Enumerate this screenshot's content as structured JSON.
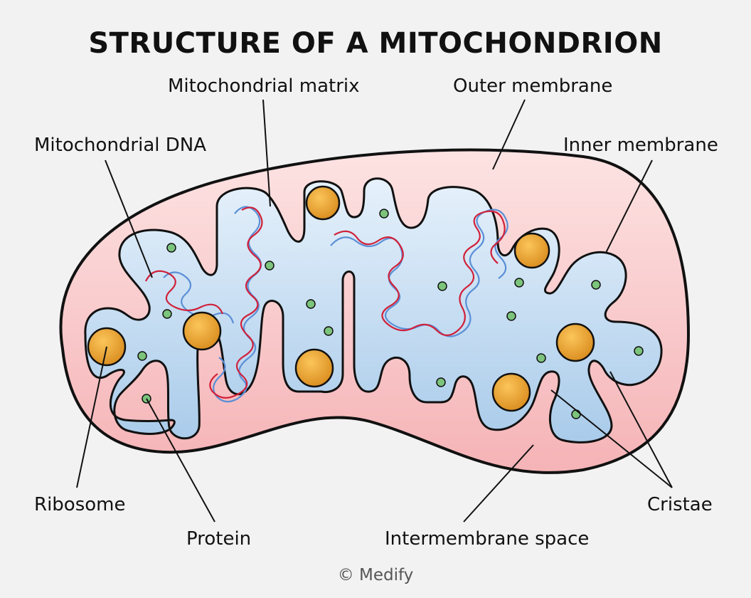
{
  "title": "STRUCTURE OF A MITOCHONDRION",
  "labels": {
    "mitochondrial_matrix": "Mitochondrial matrix",
    "outer_membrane": "Outer membrane",
    "mitochondrial_dna": "Mitochondrial DNA",
    "inner_membrane": "Inner membrane",
    "ribosome": "Ribosome",
    "protein": "Protein",
    "intermembrane_space": "Intermembrane space",
    "cristae": "Cristae"
  },
  "credit": "© Medify",
  "colors": {
    "background": "#f2f2f2",
    "intermembrane_fill": "#f7c4c6",
    "matrix_fill": "#cfe3f4",
    "ribosome": "#eaa63a",
    "protein": "#7cc47c",
    "dna_red": "#d0213a",
    "dna_blue": "#5b8fd6",
    "outline": "#111111"
  },
  "icons": [
    "ribosome-icon",
    "protein-icon",
    "dna-strand-icon"
  ]
}
